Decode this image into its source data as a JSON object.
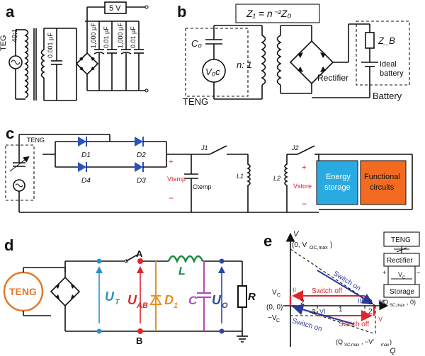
{
  "panel_a": {
    "label": "a",
    "source": "TEG",
    "ratio": "40:1",
    "output": "5 V",
    "caps": [
      "0.001 µF",
      "1,000 µF",
      "0.01 µF",
      "1,000 µF",
      "0.01 µF"
    ]
  },
  "panel_b": {
    "label": "b",
    "equation": "Z₁ = n⁻²Z₀",
    "cap": "C₀",
    "source": "V₀c",
    "ratio": "n: 1",
    "teng": "TENG",
    "rectifier": "Rectifier",
    "load": "Z_B",
    "battery_line1": "Ideal",
    "battery_line2": "battery",
    "battery": "Battery"
  },
  "panel_c": {
    "label": "c",
    "teng": "TENG",
    "diodes": [
      "D1",
      "D2",
      "D4",
      "D3"
    ],
    "switches": [
      "J1",
      "J2"
    ],
    "inductors": [
      "L1",
      "L2"
    ],
    "cap": "Ctemp",
    "vtemp": "Vtemp",
    "vstore": "Vstore",
    "plus": "+",
    "minus": "−",
    "energy_storage_1": "Energy",
    "energy_storage_2": "storage",
    "functional_1": "Functional",
    "functional_2": "circuits",
    "colors": {
      "diode": "#2a52be",
      "red": "#d6202a",
      "storage": "#29abe2",
      "functional": "#f26b21"
    }
  },
  "panel_d": {
    "label": "d",
    "teng": "TENG",
    "node_a": "A",
    "node_b": "B",
    "ut": "U",
    "ut_sub": "T",
    "uab": "U",
    "uab_sub": "AB",
    "d1": "D",
    "d1_sub": "1",
    "inductor": "L",
    "cap": "C",
    "uo": "U",
    "uo_sub": "O",
    "r": "R",
    "colors": {
      "teng": "#e07a2e",
      "ut": "#2e8fc9",
      "uab": "#e0262b",
      "d1": "#e8901e",
      "l": "#1b8a3a",
      "c": "#b44bb8",
      "uo": "#2a4a9c"
    }
  },
  "panel_e": {
    "label": "e",
    "v_axis": "V",
    "q_axis": "Q",
    "top_point": "(0, V",
    "top_point_sub": "OC,max",
    "origin": "(0, 0)",
    "vc": "V",
    "vc_sub": "C",
    "neg_vc": "−V",
    "neg_vc_sub": "C",
    "right_point": "(Q",
    "right_point_sub": "SC,max",
    "right_point_end": ", 0)",
    "bottom_point": "(Q",
    "bottom_point_sub": "SC,max",
    "bottom_point_mid": ", −V′",
    "bottom_point_sub2": "max",
    "bottom_point_end": ")",
    "switch_on": "Switch on",
    "switch_off": "Switch off",
    "roman": [
      "I",
      "II",
      "III",
      "IV",
      "V",
      "VI"
    ],
    "regions": [
      "1",
      "2",
      "3",
      "2",
      "3"
    ],
    "box_teng": "TENG",
    "box_rectifier": "Rectifier",
    "box_storage": "Storage",
    "box_vc": "V",
    "box_vc_sub": "C",
    "colors": {
      "red": "#e0262b",
      "blue": "#2a3a9c"
    }
  }
}
